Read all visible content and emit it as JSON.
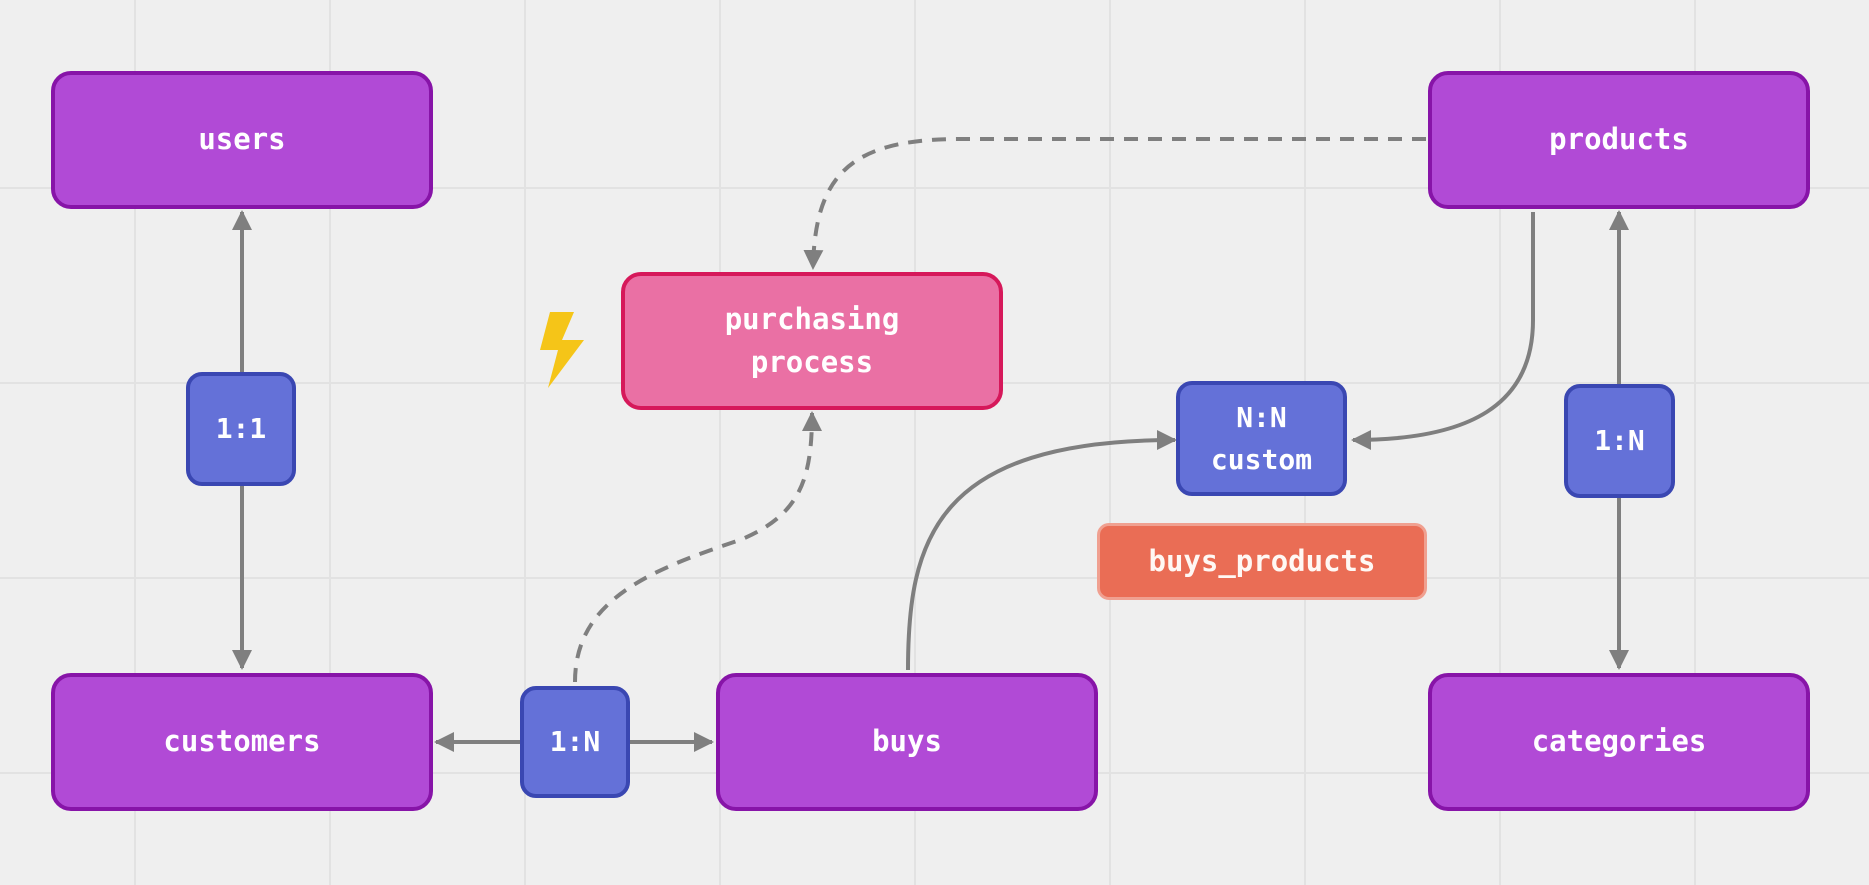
{
  "entities": {
    "users": "users",
    "products": "products",
    "customers": "customers",
    "buys": "buys",
    "categories": "categories"
  },
  "process": {
    "label": "purchasing\nprocess"
  },
  "relations": {
    "users_customers": "1:1",
    "customers_buys": "1:N",
    "products_categories": "1:N",
    "buys_products": "N:N\ncustom"
  },
  "tag": {
    "label": "buys_products"
  },
  "icons": {
    "lightning": "lightning-bolt-icon"
  },
  "colors": {
    "entity_fill": "#b14ad6",
    "entity_border": "#8714a8",
    "process_fill": "#ea70a4",
    "process_border": "#d6185a",
    "relation_fill": "#6471d8",
    "relation_border": "#3a47b2",
    "tag_fill": "#ea6d55",
    "connector": "#7f7f7f",
    "lightning": "#f5c518"
  }
}
